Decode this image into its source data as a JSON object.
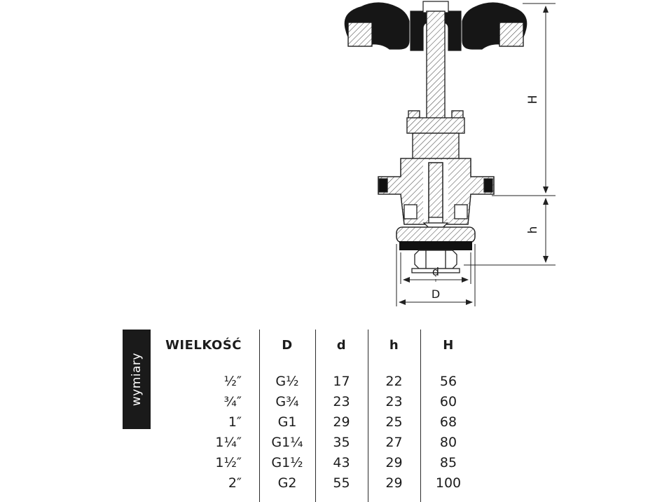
{
  "drawing": {
    "labels": {
      "H": "H",
      "h": "h",
      "d": "d",
      "D": "D"
    }
  },
  "table": {
    "side_label": "wymiary",
    "headers": {
      "size": "WIELKOŚĆ",
      "D": "D",
      "d": "d",
      "h": "h",
      "H": "H"
    },
    "rows": [
      {
        "size": "½″",
        "D": "G½",
        "d": "17",
        "h": "22",
        "H": "56"
      },
      {
        "size": "¾″",
        "D": "G¾",
        "d": "23",
        "h": "23",
        "H": "60"
      },
      {
        "size": "1″",
        "D": "G1",
        "d": "29",
        "h": "25",
        "H": "68"
      },
      {
        "size": "1¼″",
        "D": "G1¼",
        "d": "35",
        "h": "27",
        "H": "80"
      },
      {
        "size": "1½″",
        "D": "G1½",
        "d": "43",
        "h": "29",
        "H": "85"
      },
      {
        "size": "2″",
        "D": "G2",
        "d": "55",
        "h": "29",
        "H": "100"
      }
    ]
  }
}
